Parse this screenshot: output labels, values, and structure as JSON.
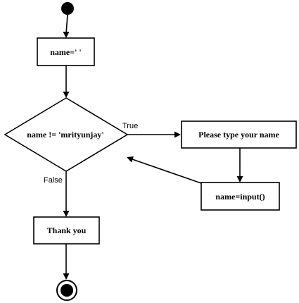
{
  "diagram": {
    "nodes": {
      "assign_empty": "name=' '",
      "condition": "name != 'mrityunjay'",
      "prompt": "Please type your name",
      "input": "name=input()",
      "thanks": "Thank you"
    },
    "edges": {
      "true_label": "True",
      "false_label": "False"
    }
  },
  "colors": {
    "stroke": "#000000",
    "background": "#ffffff"
  }
}
